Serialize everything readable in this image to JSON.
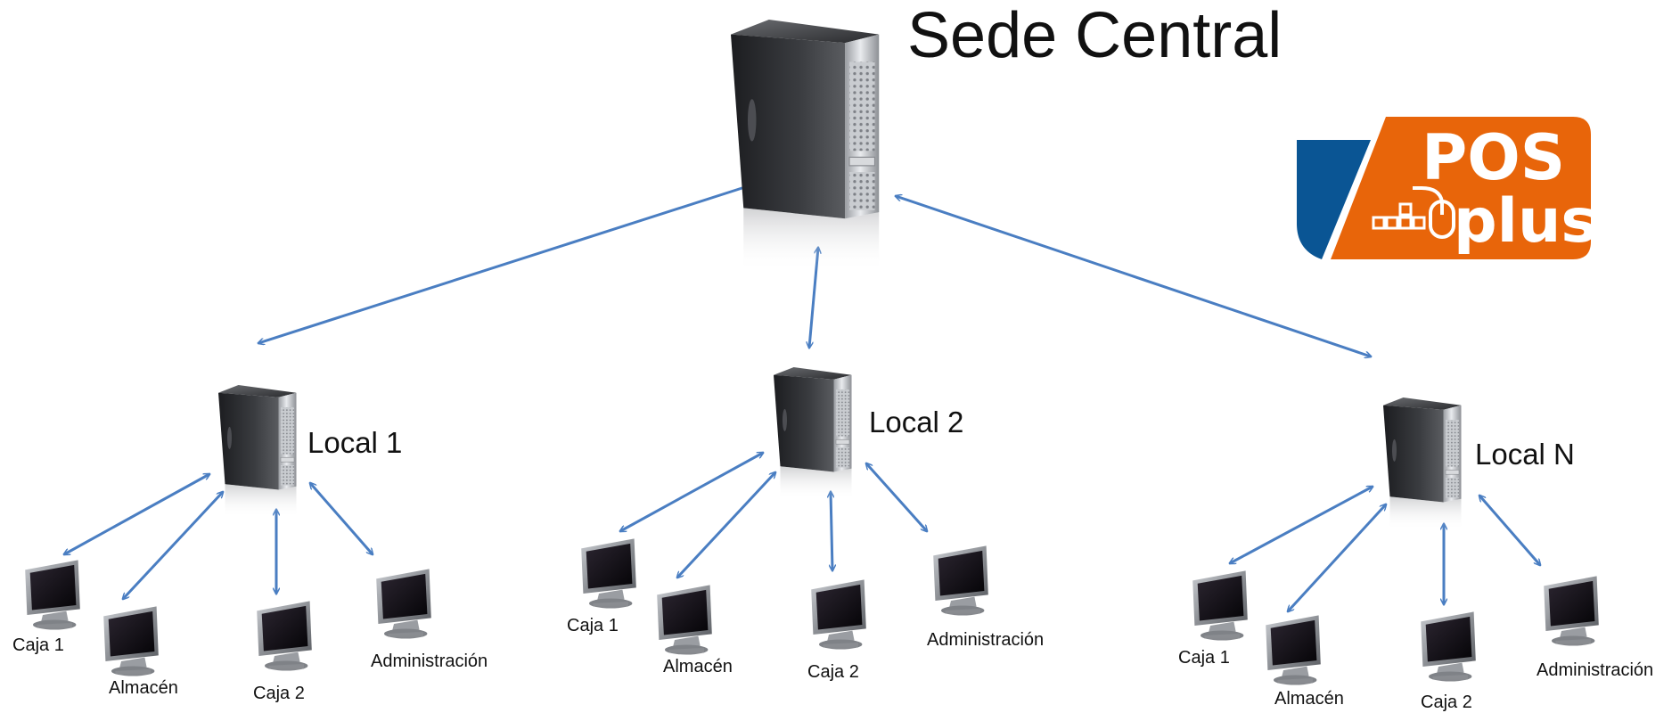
{
  "title": "Sede Central",
  "brand": {
    "logo_text_1": "POS",
    "logo_text_2": "plus",
    "colors": {
      "primary": "#e8650a",
      "secondary": "#0a5594"
    }
  },
  "link_color": "#4a7ec2",
  "locals": [
    {
      "name": "Local 1",
      "terminals": [
        {
          "label": "Caja 1"
        },
        {
          "label": "Almacén"
        },
        {
          "label": "Caja 2"
        },
        {
          "label": "Administración"
        }
      ]
    },
    {
      "name": "Local 2",
      "terminals": [
        {
          "label": "Caja 1"
        },
        {
          "label": "Almacén"
        },
        {
          "label": "Caja 2"
        },
        {
          "label": "Administración"
        }
      ]
    },
    {
      "name": "Local N",
      "terminals": [
        {
          "label": "Caja 1"
        },
        {
          "label": "Almacén"
        },
        {
          "label": "Caja 2"
        },
        {
          "label": "Administración"
        }
      ]
    }
  ]
}
